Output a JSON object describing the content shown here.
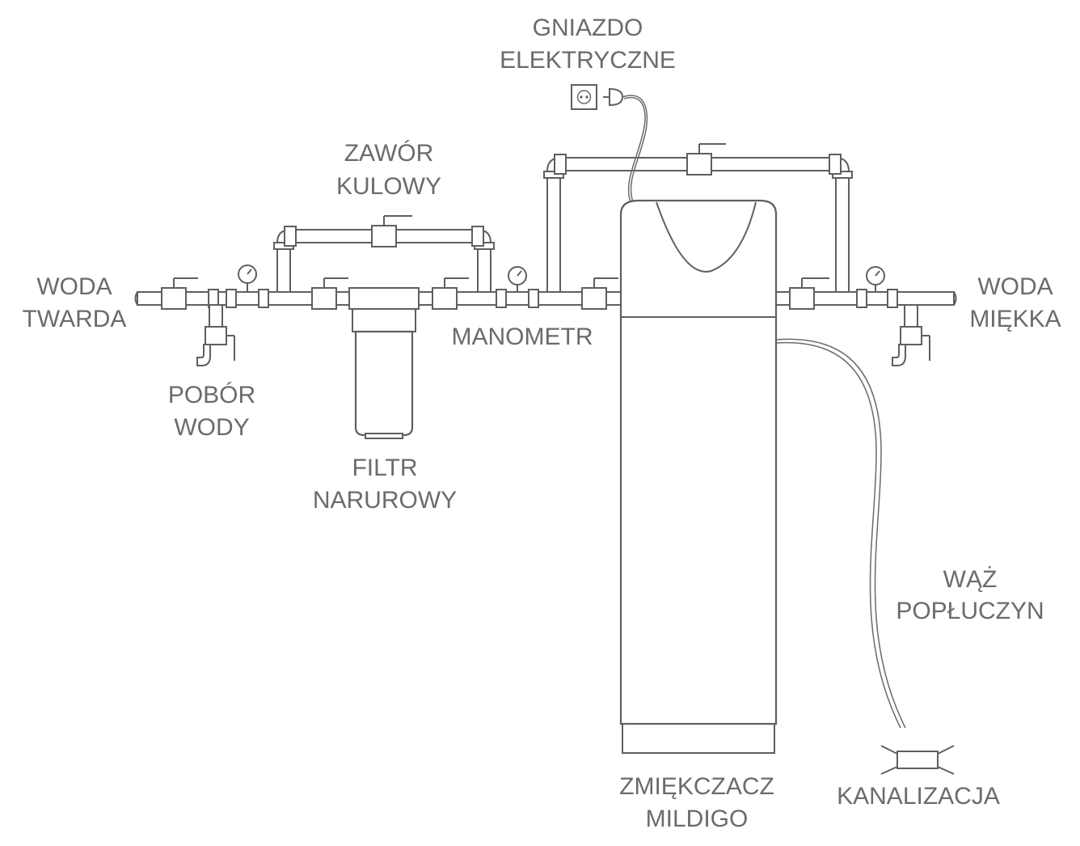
{
  "labels": {
    "gniazdo_1": "GNIAZDO",
    "gniazdo_2": "ELEKTRYCZNE",
    "zawor_1": "ZAWÓR",
    "zawor_2": "KULOWY",
    "woda_twarda_1": "WODA",
    "woda_twarda_2": "TWARDA",
    "woda_miekka_1": "WODA",
    "woda_miekka_2": "MIĘKKA",
    "manometr": "MANOMETR",
    "pobor_1": "POBÓR",
    "pobor_2": "WODY",
    "filtr_1": "FILTR",
    "filtr_2": "NARUROWY",
    "waz_1": "WĄŻ",
    "waz_2": "POPŁUCZYN",
    "zmiekczacz_1": "ZMIĘKCZACZ",
    "zmiekczacz_2": "MILDIGO",
    "kanalizacja": "KANALIZACJA"
  },
  "colors": {
    "stroke": "#5f5f5f",
    "text": "#6b6b6b",
    "background": "#ffffff"
  }
}
